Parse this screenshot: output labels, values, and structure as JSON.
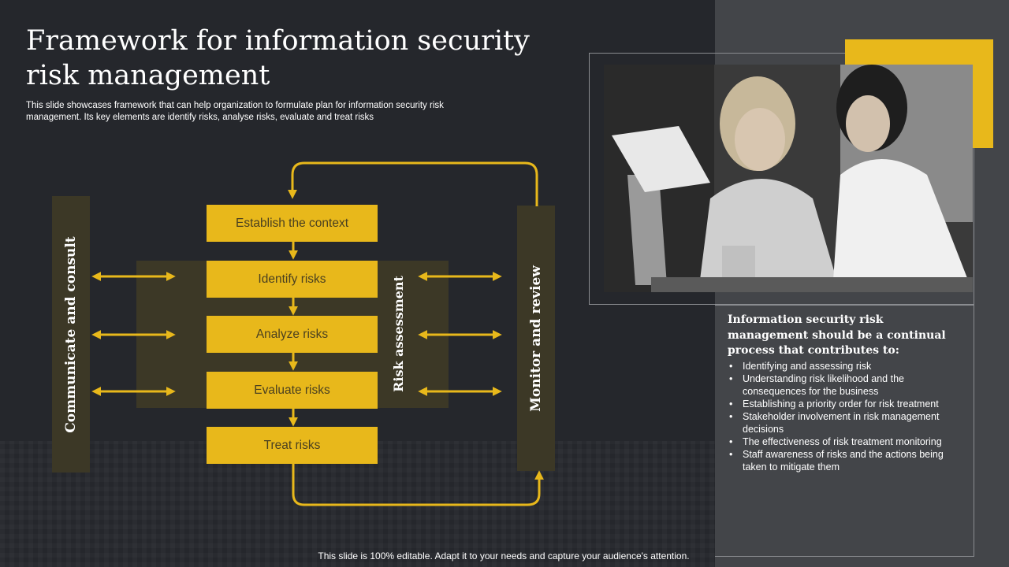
{
  "slide": {
    "title": "Framework for information security risk management",
    "subtitle": "This slide showcases framework that can help organization to formulate plan for information security risk management. Its key elements are identify risks, analyse risks, evaluate and treat risks",
    "footer": "This slide is 100% editable. Adapt it to your needs and capture your audience's attention."
  },
  "diagram": {
    "left_bar_label": "Communicate and consult",
    "right_bar_label": "Monitor and review",
    "risk_assessment_label": "Risk assessment",
    "steps": [
      {
        "label": "Establish the context"
      },
      {
        "label": "Identify risks"
      },
      {
        "label": "Analyze risks"
      },
      {
        "label": "Evaluate risks"
      },
      {
        "label": "Treat risks"
      }
    ]
  },
  "info_panel": {
    "heading": "Information security risk management should be a continual process that contributes to:",
    "items": [
      "Identifying and assessing risk",
      "Understanding risk likelihood and the consequences for the business",
      "Establishing a priority order for risk treatment",
      "Stakeholder involvement in risk management decisions",
      "The effectiveness of risk treatment monitoring",
      "Staff awareness of risks and the actions being taken to mitigate them"
    ]
  },
  "colors": {
    "accent": "#e8b81b",
    "band": "#3c3826",
    "background": "#25272c",
    "panel": "#434549"
  }
}
